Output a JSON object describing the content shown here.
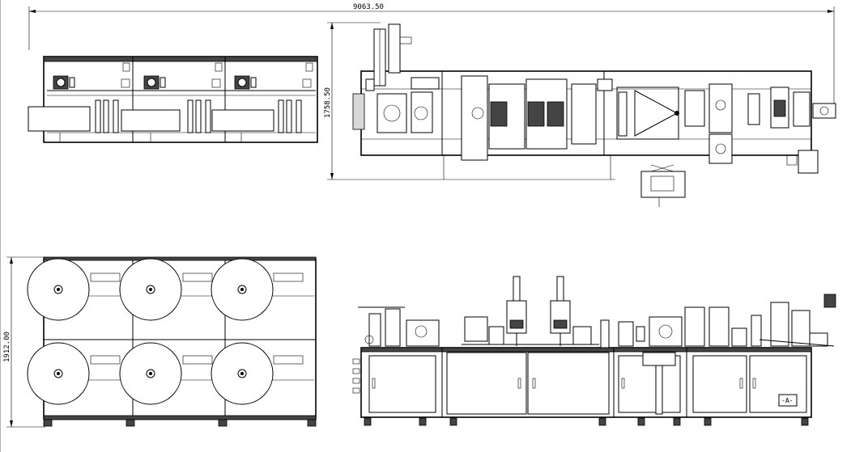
{
  "dimensions": {
    "overall_length": "9063.50",
    "top_view_width": "1758.50",
    "unwinder_height": "1912.00"
  },
  "labels": {
    "section_marker": "-A-"
  },
  "colors": {
    "line": "#000000",
    "background": "#ffffff"
  }
}
